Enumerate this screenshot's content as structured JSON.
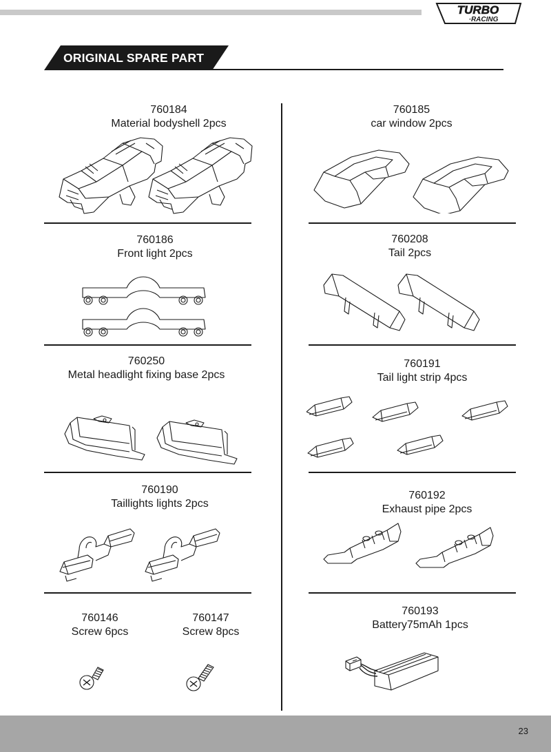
{
  "brand": {
    "logo_line1": "TURBO",
    "logo_line2": "·RACING"
  },
  "section": {
    "title": "ORIGINAL SPARE PART"
  },
  "parts": [
    {
      "code": "760184",
      "name": "Material bodyshell 2pcs"
    },
    {
      "code": "760185",
      "name": "car window 2pcs"
    },
    {
      "code": "760186",
      "name": "Front light 2pcs"
    },
    {
      "code": "760208",
      "name": "Tail 2pcs"
    },
    {
      "code": "760250",
      "name": "Metal headlight fixing base 2pcs"
    },
    {
      "code": "760191",
      "name": "Tail light strip 4pcs"
    },
    {
      "code": "760190",
      "name": "Taillights lights 2pcs"
    },
    {
      "code": "760192",
      "name": "Exhaust pipe 2pcs"
    },
    {
      "code": "760146",
      "name": "Screw 6pcs"
    },
    {
      "code": "760147",
      "name": "Screw 8pcs"
    },
    {
      "code": "760193",
      "name": "Battery75mAh 1pcs"
    }
  ],
  "footer": {
    "page_number": "23"
  }
}
